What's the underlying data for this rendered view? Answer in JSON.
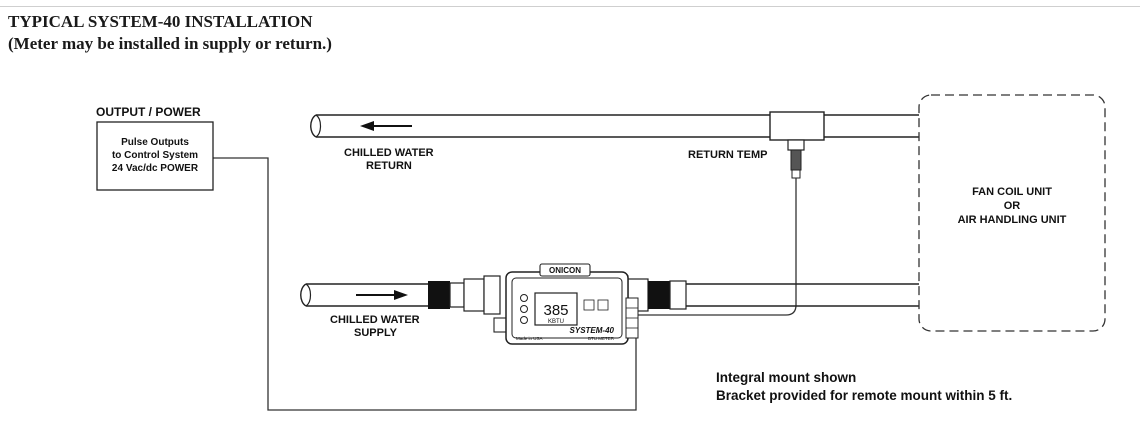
{
  "header": {
    "title": "TYPICAL SYSTEM-40 INSTALLATION",
    "subtitle": "(Meter may be installed in supply or return.)"
  },
  "output_box": {
    "heading": "OUTPUT / POWER",
    "line1": "Pulse Outputs",
    "line2": "to Control System",
    "line3": "24 Vac/dc POWER"
  },
  "return_pipe": {
    "label_line1": "CHILLED WATER",
    "label_line2": "RETURN",
    "temp_label": "RETURN TEMP"
  },
  "supply_pipe": {
    "label_line1": "CHILLED WATER",
    "label_line2": "SUPPLY"
  },
  "fan_coil": {
    "line1": "FAN COIL UNIT",
    "line2": "OR",
    "line3": "AIR HANDLING UNIT"
  },
  "meter": {
    "brand": "ONICON",
    "display_value": "385",
    "display_unit": "KBTU",
    "model": "SYSTEM-40",
    "model_sub": "BTU METER",
    "made_in": "Made in USA"
  },
  "notes": {
    "line1": "Integral mount shown",
    "line2": "Bracket provided for remote mount within 5 ft."
  }
}
